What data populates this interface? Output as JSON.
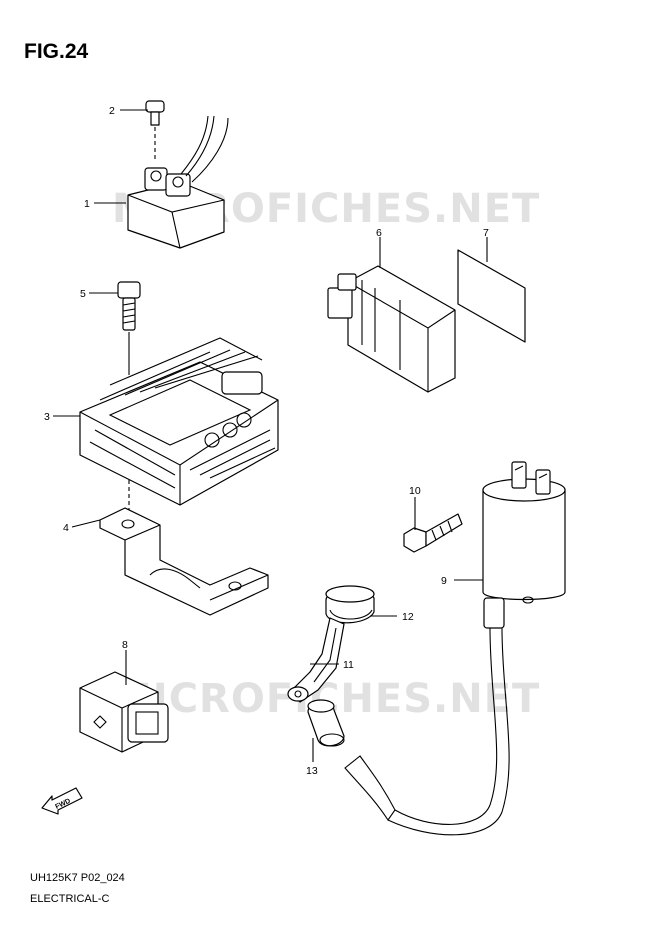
{
  "figure": {
    "title": "FIG.24"
  },
  "footer": {
    "code": "UH125K7 P02_024",
    "description": "ELECTRICAL-C"
  },
  "watermark": {
    "text": "MICROFICHES.NET"
  },
  "fwd_arrow": {
    "text": "FWD"
  },
  "callouts": [
    "1",
    "2",
    "3",
    "4",
    "5",
    "6",
    "7",
    "8",
    "9",
    "10",
    "11",
    "12",
    "13"
  ]
}
